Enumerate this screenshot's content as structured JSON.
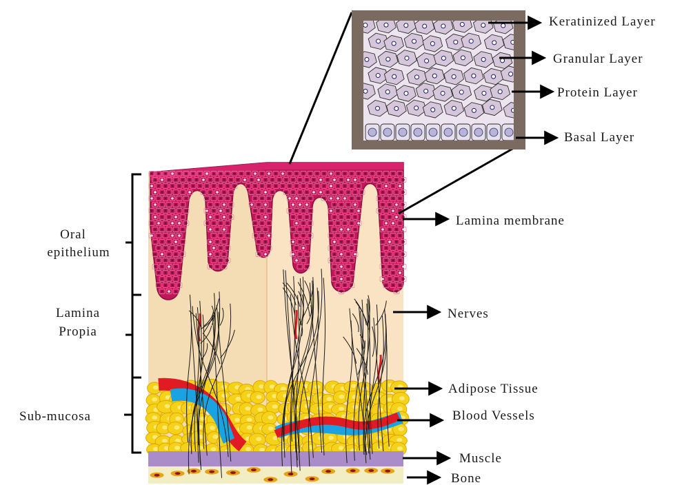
{
  "inset_labels": {
    "keratinized": "Keratinized Layer",
    "granular": "Granular Layer",
    "protein": "Protein Layer",
    "basal": "Basal Layer"
  },
  "right_labels": {
    "lamina_membrane": "Lamina membrane",
    "nerves": "Nerves",
    "adipose": "Adipose Tissue",
    "blood_vessels": "Blood Vessels",
    "muscle": "Muscle",
    "bone": "Bone"
  },
  "left_labels": {
    "oral_line1": "Oral",
    "oral_line2": "epithelium",
    "lamina_line1": "Lamina",
    "lamina_line2": "Propia",
    "submucosa": "Sub-mucosa"
  },
  "colors": {
    "epithelium": "#c2185b",
    "lamina_propria": "#f3d9b1",
    "adipose": "#f5d21a",
    "muscle": "#a78bc5",
    "bone": "#f2ecc0",
    "artery": "#e01b24",
    "vein": "#1aa3e0",
    "inset_frame": "#7a6a60",
    "inset_cells": "#d8c8dc"
  }
}
